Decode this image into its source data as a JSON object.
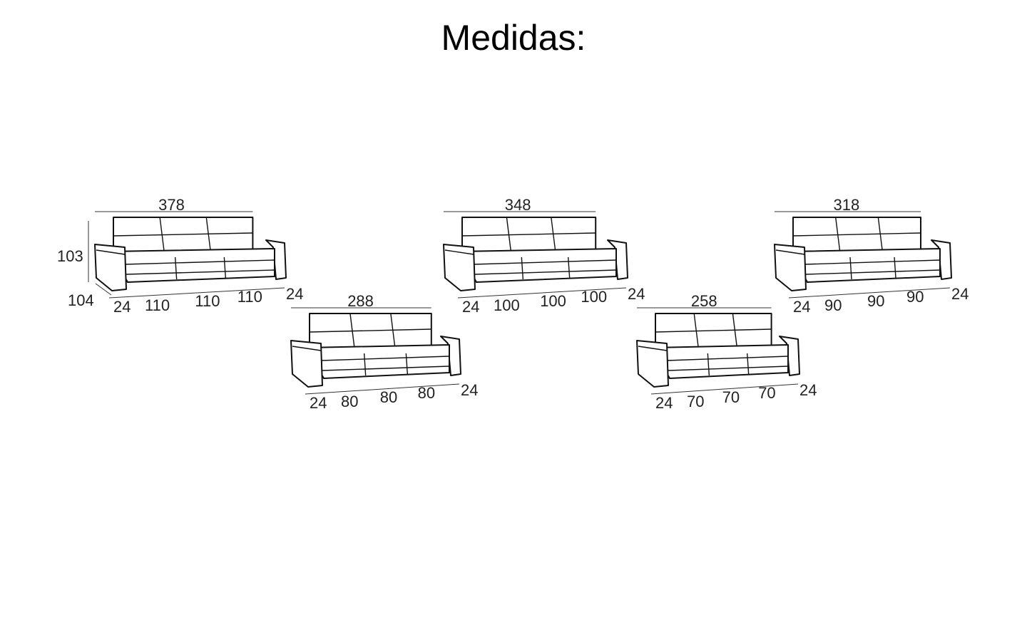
{
  "title": "Medidas:",
  "colors": {
    "line": "#111111",
    "text": "#222222",
    "background": "#ffffff"
  },
  "height_label": "103",
  "depth_label": "104",
  "sofas": [
    {
      "total": "378",
      "arm_left": "24",
      "arm_right": "24",
      "seats": [
        "110",
        "110",
        "110"
      ]
    },
    {
      "total": "348",
      "arm_left": "24",
      "arm_right": "24",
      "seats": [
        "100",
        "100",
        "100"
      ]
    },
    {
      "total": "318",
      "arm_left": "24",
      "arm_right": "24",
      "seats": [
        "90",
        "90",
        "90"
      ]
    },
    {
      "total": "288",
      "arm_left": "24",
      "arm_right": "24",
      "seats": [
        "80",
        "80",
        "80"
      ]
    },
    {
      "total": "258",
      "arm_left": "24",
      "arm_right": "24",
      "seats": [
        "70",
        "70",
        "70"
      ]
    }
  ]
}
